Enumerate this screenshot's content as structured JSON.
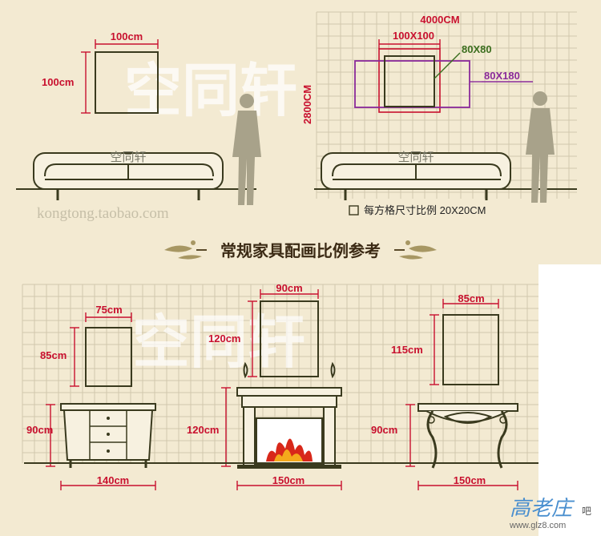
{
  "top": {
    "left": {
      "frame_width": "100cm",
      "frame_height": "100cm",
      "sofa_brand": "空同轩"
    },
    "right": {
      "wall_width": "4000CM",
      "wall_height": "2800CM",
      "size_a": "100X100",
      "size_b": "80X80",
      "size_c": "80X180",
      "sofa_brand": "空同轩",
      "grid_legend": "每方格尺寸比例 20X20CM"
    },
    "shop_url": "kongtong.taobao.com",
    "watermark": "空同轩"
  },
  "section_title": "常规家具配画比例参考",
  "bottom": {
    "cabinet": {
      "frame_width": "75cm",
      "frame_height": "85cm",
      "furniture_height": "90cm",
      "furniture_width": "140cm"
    },
    "fireplace": {
      "frame_width": "90cm",
      "frame_height": "120cm",
      "furniture_height": "120cm",
      "furniture_width": "150cm"
    },
    "console": {
      "frame_width": "85cm",
      "frame_height": "115cm",
      "furniture_height": "90cm",
      "furniture_width": "150cm"
    },
    "watermark": "空同轩"
  },
  "corner_logo": {
    "text": "高老庄",
    "suffix": "吧",
    "url": "www.glz8.com"
  },
  "colors": {
    "dimension": "#c8102e",
    "size_b": "#3b6e1e",
    "size_c": "#8a2a9a",
    "panel": "#f3ead2",
    "grid": "#d2c8ad"
  }
}
